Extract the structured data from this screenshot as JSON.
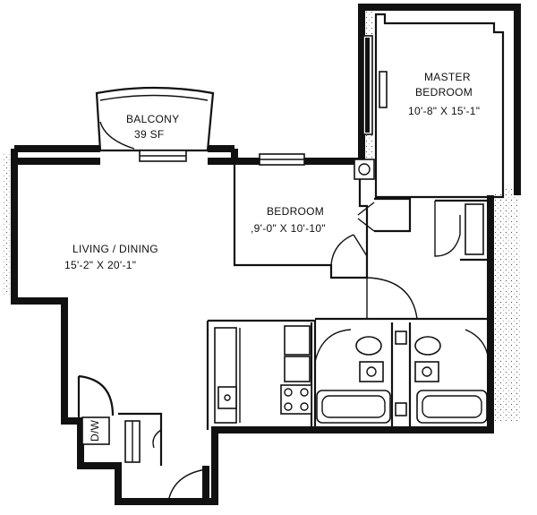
{
  "rooms": {
    "balcony": {
      "name": "BALCONY",
      "size": "39 SF"
    },
    "master_bedroom": {
      "name_line1": "MASTER",
      "name_line2": "BEDROOM",
      "size": "10'-8\" X 15'-1\""
    },
    "bedroom": {
      "name": "BEDROOM",
      "size": ",9'-0\" X 10'-10\""
    },
    "living_dining": {
      "name": "LIVING / DINING",
      "size": "15'-2\" X 20'-1\""
    }
  },
  "fixtures": {
    "washer_dryer": {
      "label": "D/W"
    }
  }
}
